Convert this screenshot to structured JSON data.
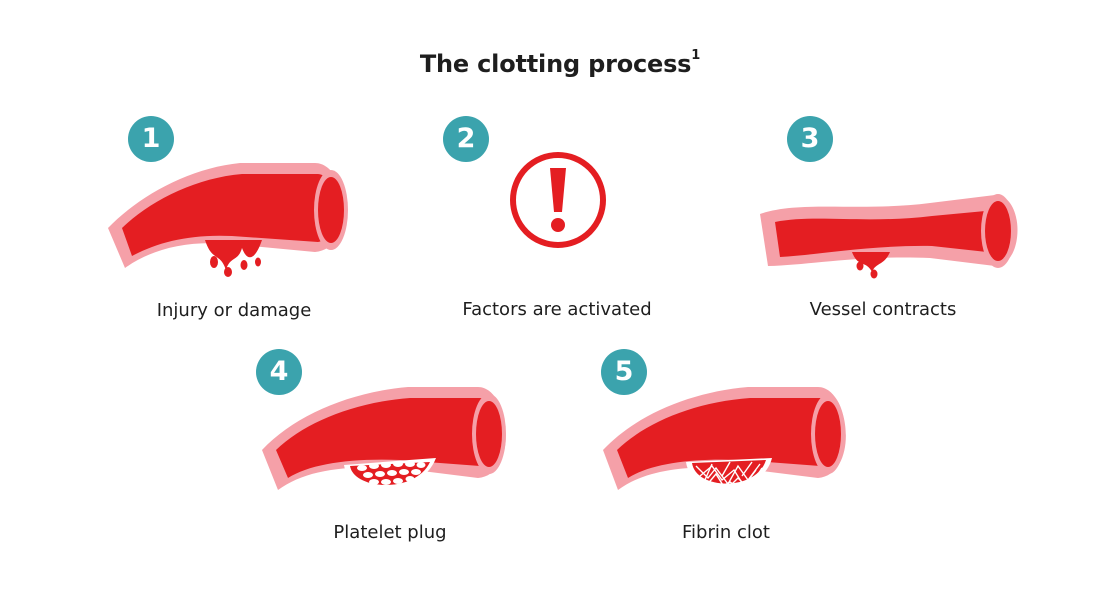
{
  "title": {
    "text": "The clotting process",
    "superscript": "1"
  },
  "colors": {
    "badge": "#3ba3ad",
    "vessel_outer": "#f5a0a8",
    "vessel_wall": "#e2707d",
    "blood": "#e41e22",
    "alert": "#e41e22",
    "text": "#1e1e1e"
  },
  "steps": [
    {
      "number": "1",
      "label": "Injury or damage",
      "icon": "bleeding-vessel-icon"
    },
    {
      "number": "2",
      "label": "Factors are activated",
      "icon": "exclamation-alert-icon"
    },
    {
      "number": "3",
      "label": "Vessel contracts",
      "icon": "contracted-vessel-icon"
    },
    {
      "number": "4",
      "label": "Platelet plug",
      "icon": "platelet-plug-vessel-icon"
    },
    {
      "number": "5",
      "label": "Fibrin clot",
      "icon": "fibrin-clot-vessel-icon"
    }
  ]
}
